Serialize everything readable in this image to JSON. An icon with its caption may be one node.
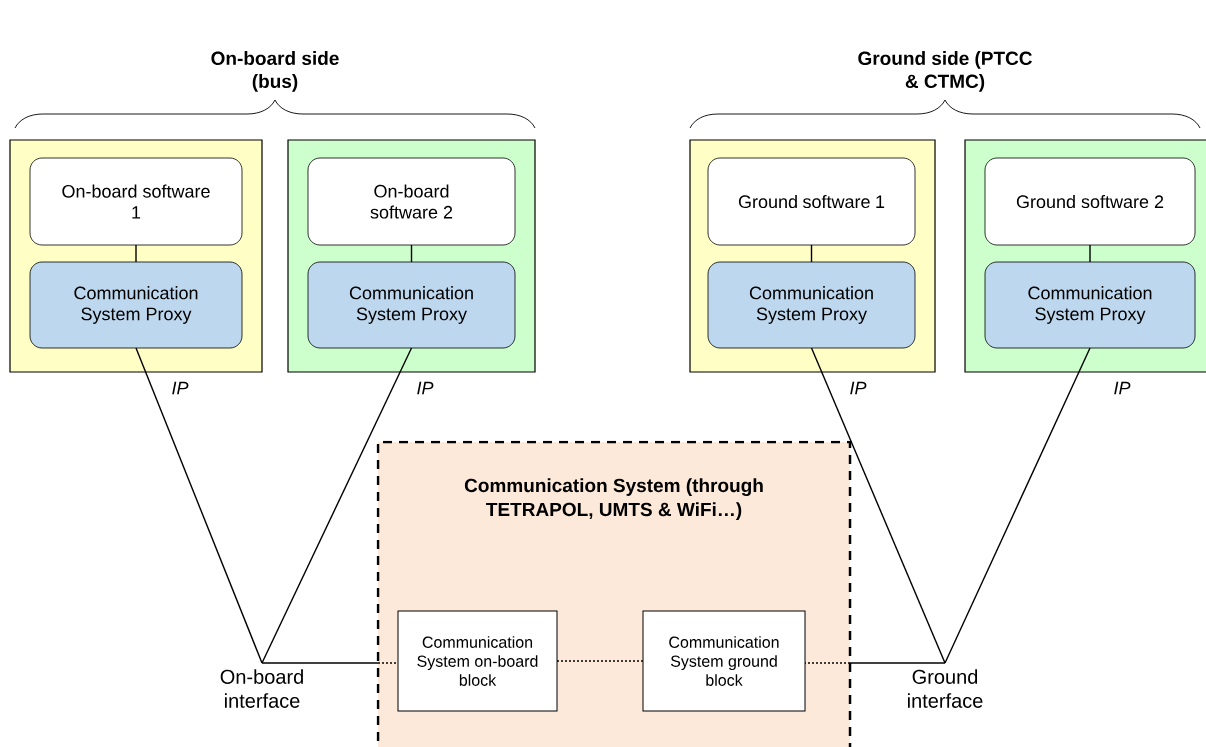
{
  "diagram": {
    "nodes": [
      {
        "text": [],
        "shape": "box"
      },
      {
        "text": [
          "On-board software 1"
        ],
        "in": 0
      },
      {
        "text": [
          "Communication System Proxy"
        ],
        "in": 0
      },
      {
        "text": [],
        "shape": "box"
      },
      {
        "text": [
          "On-board software 2"
        ],
        "in": 3
      },
      {
        "text": [
          "Communication System Proxy"
        ],
        "in": 3
      },
      {
        "text": [],
        "shape": "box"
      },
      {
        "text": [
          "Ground software 1"
        ],
        "in": 6
      },
      {
        "text": [
          "Communication System Proxy"
        ],
        "in": 6
      },
      {
        "text": [],
        "shape": "box"
      },
      {
        "text": [
          "Ground software 2"
        ],
        "in": 9
      },
      {
        "text": [
          "Communication System Proxy"
        ],
        "in": 9
      },
      {
        "text": [
          "Communication System (through TETRAPOL, UMTS & WiFi…)"
        ]
      },
      {
        "text": [
          "Communication System on-board block"
        ],
        "in": 12
      },
      {
        "text": [
          "Communication System ground block"
        ],
        "in": 12
      },
      {
        "text": [
          "On-board interface"
        ]
      },
      {
        "text": [
          "Ground interface"
        ]
      }
    ],
    "edges": [
      {
        "from": 1,
        "to": 2,
        "arrow": "none"
      },
      {
        "from": 4,
        "to": 5,
        "arrow": "none"
      },
      {
        "from": 7,
        "to": 8,
        "arrow": "none"
      },
      {
        "from": 10,
        "to": 11,
        "arrow": "none"
      },
      {
        "from": 2,
        "to": 15,
        "arrow": "none",
        "label": "*IP*"
      },
      {
        "from": 5,
        "to": 15,
        "arrow": "none",
        "label": "*IP*"
      },
      {
        "from": 8,
        "to": 16,
        "arrow": "none",
        "label": "*IP*"
      },
      {
        "from": 11,
        "to": 16,
        "arrow": "none",
        "label": "*IP*"
      },
      {
        "from": 15,
        "to": 13,
        "arrow": "none"
      },
      {
        "from": 13,
        "to": 14,
        "arrow": "none",
        "style": "dashed"
      },
      {
        "from": 14,
        "to": 16,
        "arrow": "none"
      }
    ],
    "labels": [
      "On-board side (bus)",
      "Ground side (PTCC & CTMC)"
    ]
  }
}
